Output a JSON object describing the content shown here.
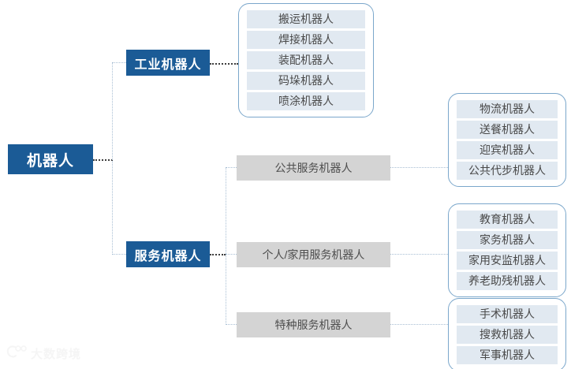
{
  "diagram": {
    "root": {
      "label": "机器人"
    },
    "branches": [
      {
        "key": "industrial",
        "label": "工业机器人",
        "leaves": [
          "搬运机器人",
          "焊接机器人",
          "装配机器人",
          "码垛机器人",
          "喷涂机器人"
        ]
      },
      {
        "key": "service",
        "label": "服务机器人",
        "subcategories": [
          {
            "key": "public",
            "label": "公共服务机器人",
            "leaves": [
              "物流机器人",
              "送餐机器人",
              "迎宾机器人",
              "公共代步机器人"
            ]
          },
          {
            "key": "personal",
            "label": "个人/家用服务机器人",
            "leaves": [
              "教育机器人",
              "家务机器人",
              "家用安监机器人",
              "养老助残机器人"
            ]
          },
          {
            "key": "special",
            "label": "特种服务机器人",
            "leaves": [
              "手术机器人",
              "搜救机器人",
              "军事机器人"
            ]
          }
        ]
      }
    ]
  },
  "watermark": {
    "text": "大数跨境"
  },
  "colors": {
    "primary_node_bg": "#1b5b96",
    "primary_node_text": "#ffffff",
    "gray_node_bg": "#d4d4d4",
    "gray_node_text": "#4d4d4d",
    "leaf_row_bg": "#e1e9f1",
    "leaf_row_text": "#494949",
    "group_border": "#7ba7cb",
    "connector_dark": "#3d3d3d",
    "connector_light": "#a9bfd4",
    "background": "#ffffff"
  }
}
